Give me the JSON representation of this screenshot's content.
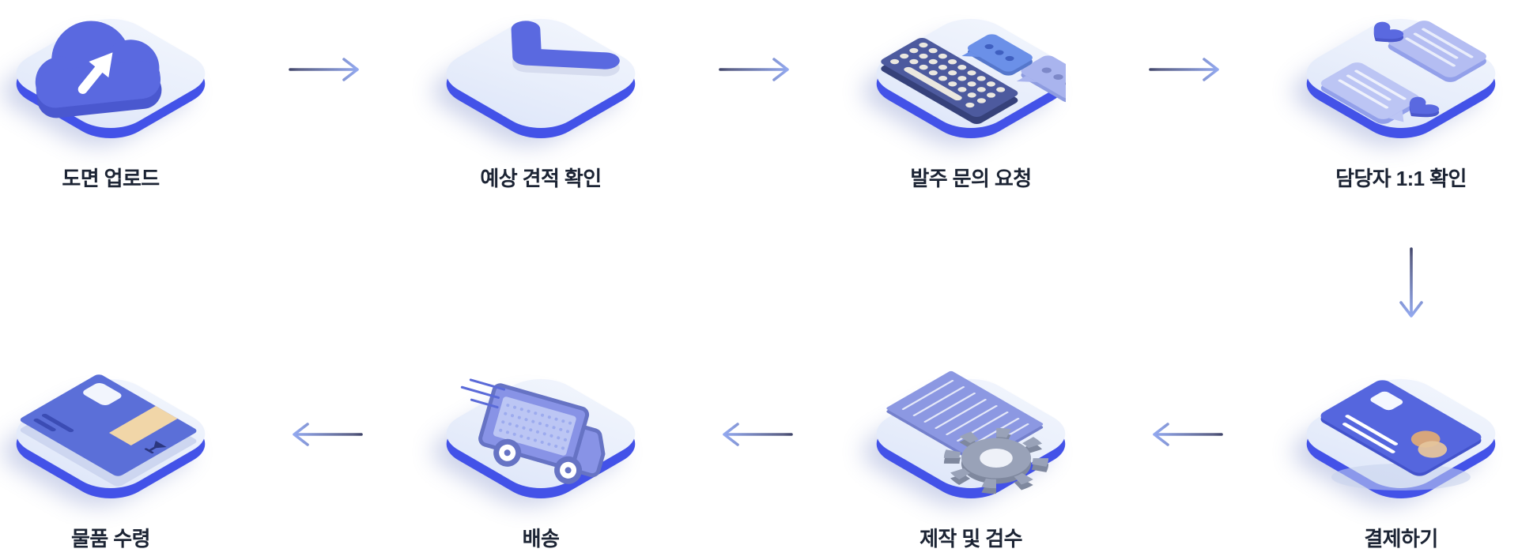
{
  "flow": {
    "type": "process-flow-diagram",
    "reading_order": "top row left-to-right, then down, then bottom row right-to-left",
    "steps": [
      {
        "id": "drawing-upload",
        "label": "도면 업로드",
        "icon": "cloud-upload-icon",
        "row": "top",
        "col": 1
      },
      {
        "id": "estimate-check",
        "label": "예상 견적 확인",
        "icon": "checkmark-icon",
        "row": "top",
        "col": 2
      },
      {
        "id": "order-inquiry",
        "label": "발주 문의 요청",
        "icon": "keyboard-chat-icon",
        "row": "top",
        "col": 3
      },
      {
        "id": "manager-1to1-check",
        "label": "담당자 1:1 확인",
        "icon": "one-to-one-chat-icon",
        "row": "top",
        "col": 4
      },
      {
        "id": "payment",
        "label": "결제하기",
        "icon": "credit-card-icon",
        "row": "bottom",
        "col": 4
      },
      {
        "id": "production-inspection",
        "label": "제작 및 검수",
        "icon": "document-gear-icon",
        "row": "bottom",
        "col": 3
      },
      {
        "id": "delivery",
        "label": "배송",
        "icon": "delivery-truck-icon",
        "row": "bottom",
        "col": 2
      },
      {
        "id": "goods-receipt",
        "label": "물품 수령",
        "icon": "package-icon",
        "row": "bottom",
        "col": 1
      }
    ],
    "connectors": [
      {
        "from": "도면 업로드",
        "to": "예상 견적 확인",
        "direction": "right"
      },
      {
        "from": "예상 견적 확인",
        "to": "발주 문의 요청",
        "direction": "right"
      },
      {
        "from": "발주 문의 요청",
        "to": "담당자 1:1 확인",
        "direction": "right"
      },
      {
        "from": "담당자 1:1 확인",
        "to": "결제하기",
        "direction": "down"
      },
      {
        "from": "결제하기",
        "to": "제작 및 검수",
        "direction": "left"
      },
      {
        "from": "제작 및 검수",
        "to": "배송",
        "direction": "left"
      },
      {
        "from": "배송",
        "to": "물품 수령",
        "direction": "left"
      }
    ],
    "colors": {
      "background": "#ffffff",
      "tile_face": "#e9eefb",
      "tile_edge": "#4352e8",
      "icon_blue": "#5a69e0",
      "icon_blue_shade": "#4a58cf",
      "icon_periwinkle": "#aab6ee",
      "icon_light_periwinkle": "#bcc5f4",
      "keyboard_navy": "#4d5a9e",
      "key_cream": "#ebe8e0",
      "tape_tan": "#f1d6a8",
      "card_circle_tan": "#d7a67c",
      "gear_gray": "#99a2b8",
      "truck_body": "#8893e6",
      "truck_outline": "#6673c4",
      "arrow_dark": "#41466b",
      "arrow_light": "#93a9f0",
      "label_text": "#1c2434"
    }
  }
}
